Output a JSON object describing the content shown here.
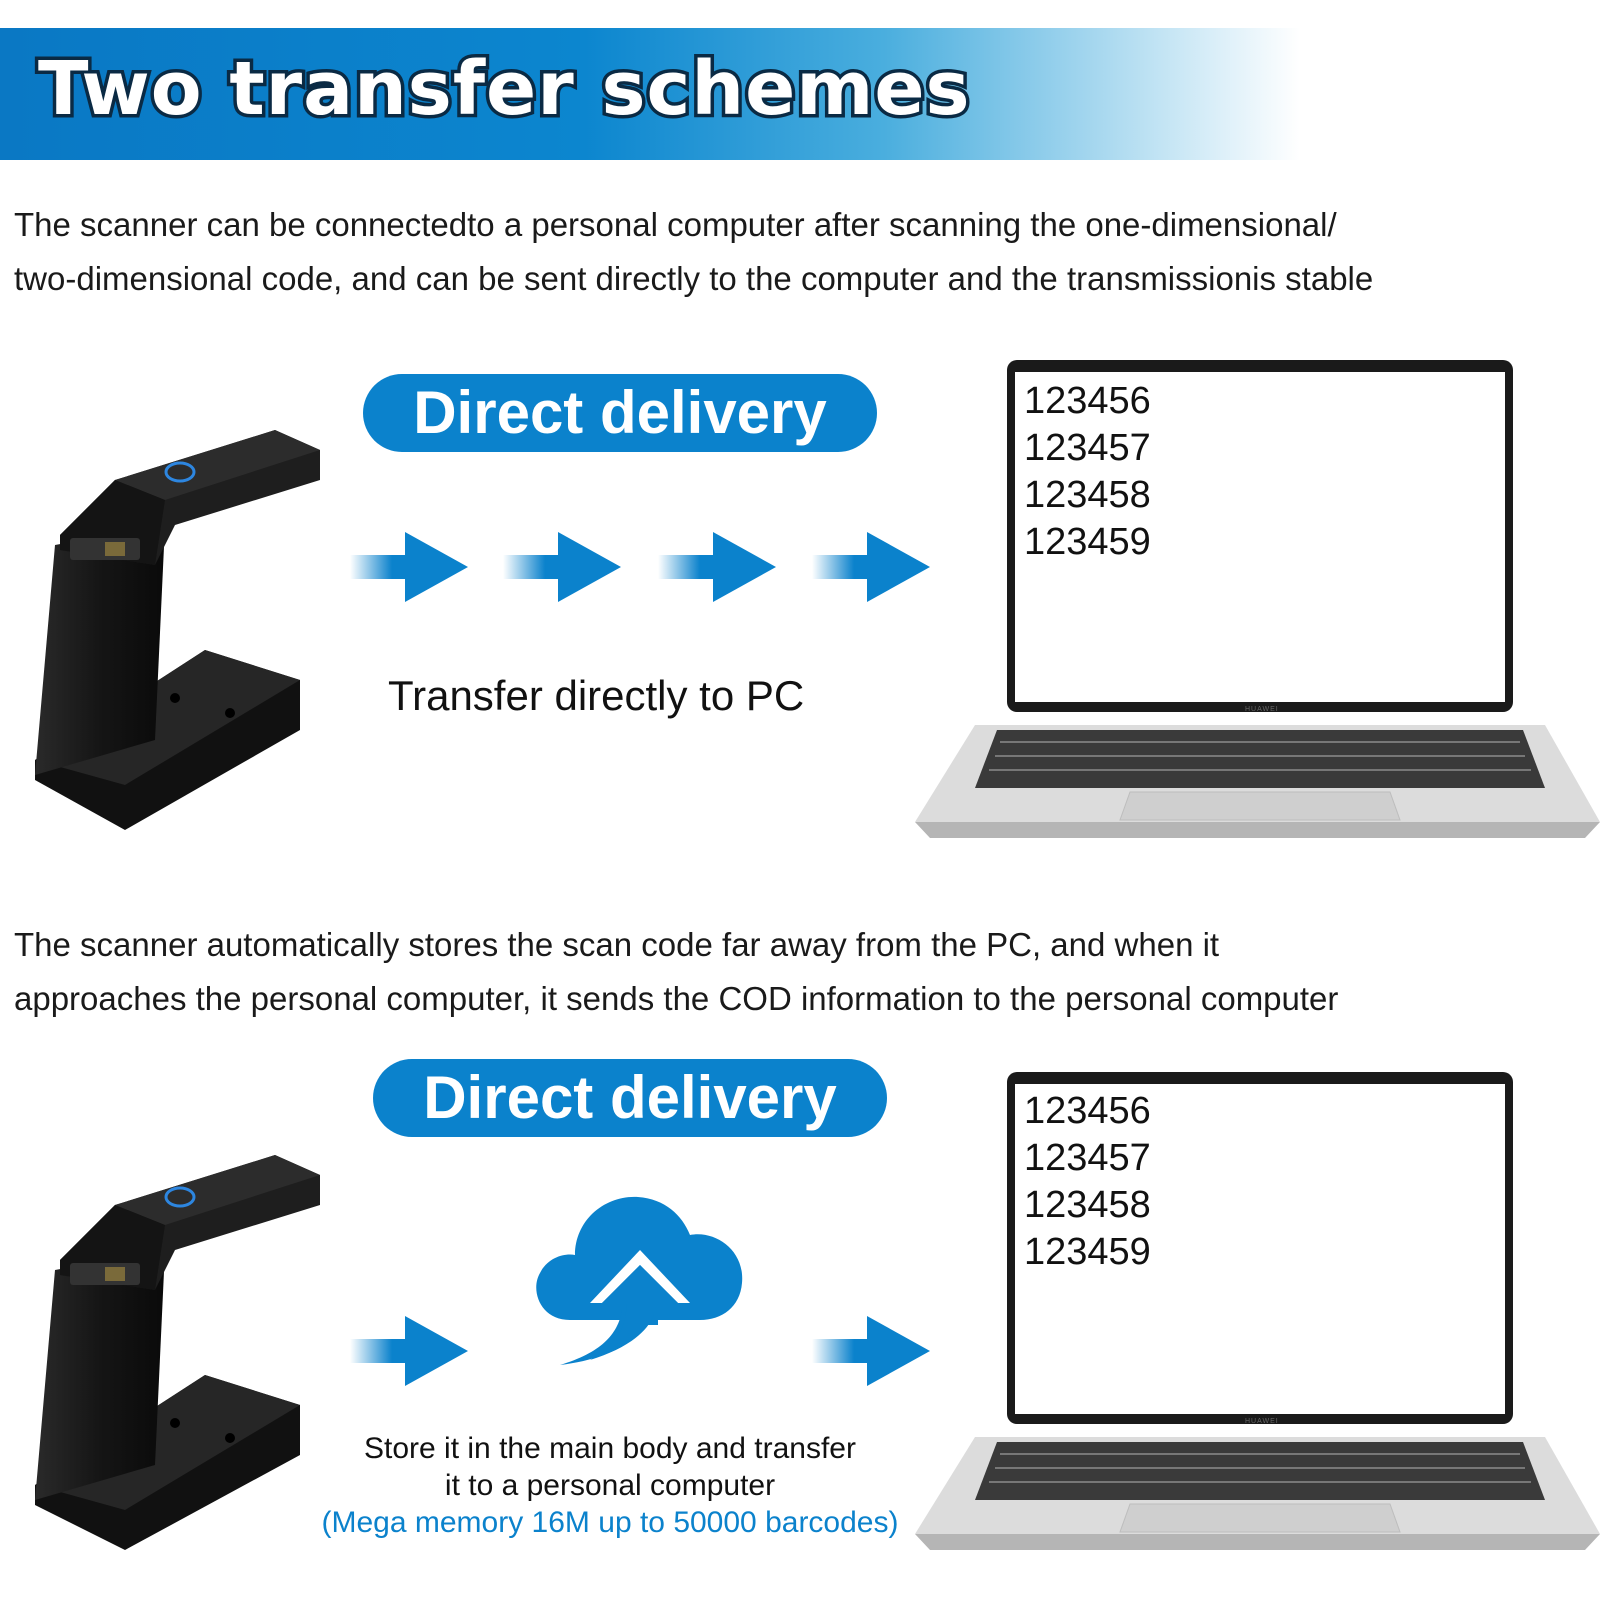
{
  "header": {
    "title": "Two transfer schemes",
    "accent_color": "#0b82cc"
  },
  "scheme1": {
    "description_line1": "The scanner can be connectedto a personal computer after scanning the one-dimensional/",
    "description_line2": "two-dimensional code, and can be sent directly to the computer and the transmissionis stable",
    "pill_label": "Direct delivery",
    "caption": "Transfer directly to PC",
    "screen_values": [
      "123456",
      "123457",
      "123458",
      "123459"
    ],
    "laptop_brand": "HUAWEI",
    "arrow_icons": [
      "arrow-right-icon",
      "arrow-right-icon",
      "arrow-right-icon",
      "arrow-right-icon"
    ]
  },
  "scheme2": {
    "description_line1": "The scanner automatically stores the scan code far away from the PC,  and when it",
    "description_line2": "approaches the personal computer,  it sends the COD information to the personal computer",
    "pill_label": "Direct delivery",
    "caption_line1": "Store it in the main body and transfer",
    "caption_line2": "it to a personal computer",
    "caption_note": "(Mega memory 16M up to 50000 barcodes)",
    "note_color": "#0b82cc",
    "screen_values": [
      "123456",
      "123457",
      "123458",
      "123459"
    ],
    "laptop_brand": "HUAWEI",
    "cloud_icon": "cloud-upload-icon"
  }
}
